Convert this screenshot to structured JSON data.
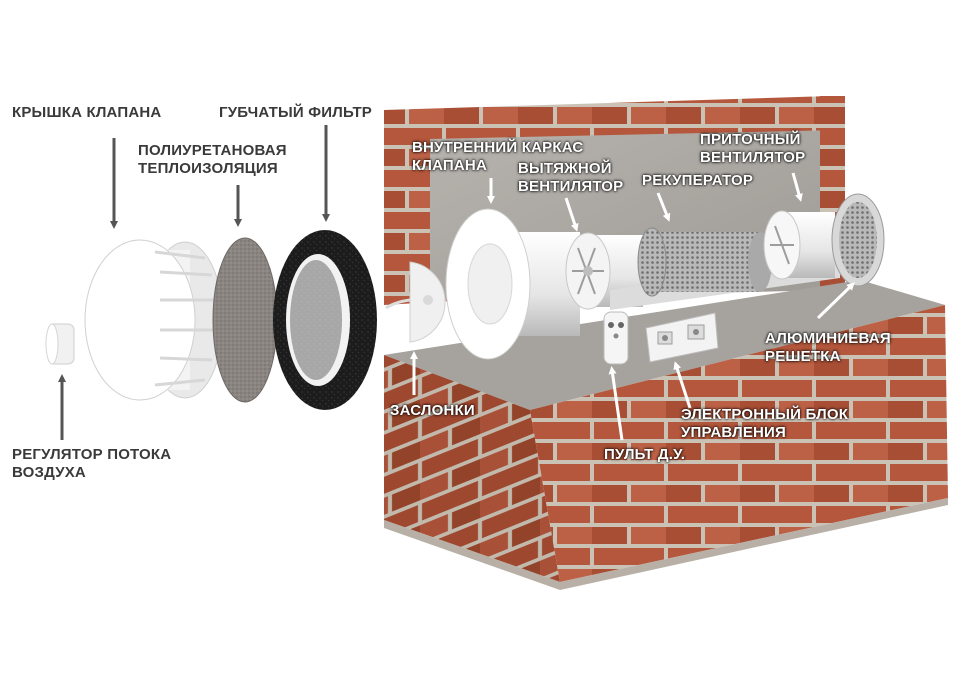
{
  "labels": {
    "valve_cover": [
      "КРЫШКА КЛАПАНА"
    ],
    "pu_insulation": [
      "ПОЛИУРЕТАНОВАЯ",
      "ТЕПЛОИЗОЛЯЦИЯ"
    ],
    "sponge_filter": [
      "ГУБЧАТЫЙ ФИЛЬТР"
    ],
    "inner_frame": [
      "ВНУТРЕННИЙ КАРКАС",
      "КЛАПАНА"
    ],
    "exhaust_fan": [
      "ВЫТЯЖНОЙ",
      "ВЕНТИЛЯТОР"
    ],
    "recuperator": [
      "РЕКУПЕРАТОР"
    ],
    "supply_fan": [
      "ПРИТОЧНЫЙ",
      "ВЕНТИЛЯТОР"
    ],
    "aluminum_grille": [
      "АЛЮМИНИЕВАЯ",
      "РЕШЕТКА"
    ],
    "dampers": [
      "ЗАСЛОНКИ"
    ],
    "control_unit": [
      "ЭЛЕКТРОННЫЙ БЛОК",
      "УПРАВЛЕНИЯ"
    ],
    "remote": [
      "ПУЛЬТ Д.У."
    ],
    "flow_regulator": [
      "РЕГУЛЯТОР ПОТОКА",
      "ВОЗДУХА"
    ]
  },
  "colors": {
    "label_dark": "#3a3a3a",
    "brick": "#b2553a",
    "mortar": "#c9c0b4",
    "concrete": "#a9a6a2",
    "pipe": "#ececec",
    "filter_black": "#1e1e1e",
    "insulation_gray": "#8f8b88"
  }
}
